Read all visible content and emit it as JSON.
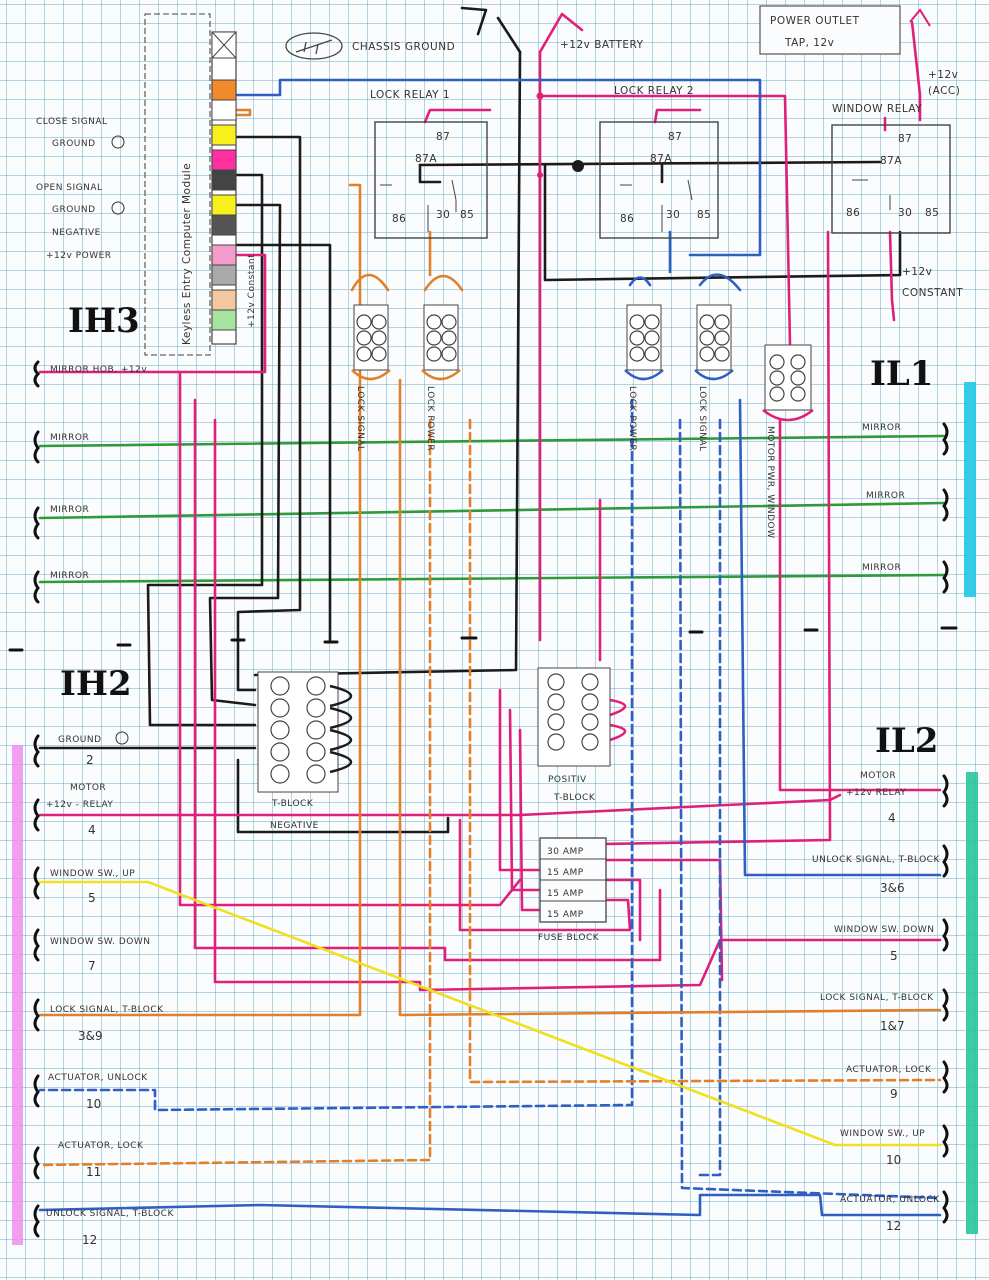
{
  "top": {
    "chassis_ground": "CHASSIS GROUND",
    "battery": "+12v BATTERY",
    "power_outlet_line1": "POWER OUTLET",
    "power_outlet_line2": "TAP, 12v",
    "acc_line1": "+12v",
    "acc_line2": "(ACC)",
    "constant_line1": "+12v",
    "constant_line2": "CONSTANT"
  },
  "module": {
    "title": "Keyless Entry Computer Module",
    "constant": "+12v Constant",
    "labels": [
      "CLOSE SIGNAL",
      "GROUND",
      "OPEN SIGNAL",
      "GROUND",
      "NEGATIVE",
      "+12v POWER"
    ]
  },
  "relays": [
    {
      "name": "LOCK RELAY 1",
      "p87": "87",
      "p87a": "87A",
      "p86": "86",
      "p30": "30",
      "p85": "85"
    },
    {
      "name": "LOCK RELAY 2",
      "p87": "87",
      "p87a": "87A",
      "p86": "86",
      "p30": "30",
      "p85": "85"
    },
    {
      "name": "WINDOW RELAY",
      "p87": "87",
      "p87a": "87A",
      "p86": "86",
      "p30": "30",
      "p85": "85"
    }
  ],
  "connectors": {
    "lock_signal_1": "LOCK SIGNAL",
    "lock_power_1": "LOCK POWER",
    "lock_power_2": "LOCK POWER",
    "lock_signal_2": "LOCK SIGNAL",
    "motor_window": "MOTOR PWR, WINDOW"
  },
  "sections": {
    "ih3": "IH3",
    "ih2": "IH2",
    "il1": "IL1",
    "il2": "IL2"
  },
  "tblock_neg": {
    "label1": "T-BLOCK",
    "label2": "NEGATIVE"
  },
  "tblock_pos": {
    "label1": "POSITIV",
    "label2": "T-BLOCK"
  },
  "fuse_block": {
    "label": "FUSE BLOCK",
    "fuses": [
      "30 AMP",
      "15 AMP",
      "15 AMP",
      "15 AMP"
    ]
  },
  "left": {
    "mirror_hob": "MIRROR HOB, +12v",
    "mirror1": "MIRROR",
    "mirror2": "MIRROR",
    "mirror3": "MIRROR",
    "ground": "GROUND",
    "ground_num": "2",
    "motor_line1": "MOTOR",
    "motor_line2": "+12v - RELAY",
    "motor_num": "4",
    "win_up": "WINDOW SW., UP",
    "win_up_num": "5",
    "win_down": "WINDOW SW. DOWN",
    "win_down_num": "7",
    "lock_sig": "LOCK SIGNAL, T-BLOCK",
    "lock_sig_num": "3&9",
    "act_unlock": "ACTUATOR, UNLOCK",
    "act_unlock_num": "10",
    "act_lock": "ACTUATOR, LOCK",
    "act_lock_num": "11",
    "unlock_sig": "UNLOCK SIGNAL, T-BLOCK",
    "unlock_sig_num": "12"
  },
  "right": {
    "mirror1": "MIRROR",
    "mirror2": "MIRROR",
    "mirror3": "MIRROR",
    "motor_line1": "MOTOR",
    "motor_line2": "+12v RELAY",
    "motor_num": "4",
    "unlock_sig": "UNLOCK SIGNAL, T-BLOCK",
    "unlock_sig_num": "3&6",
    "win_down": "WINDOW SW. DOWN",
    "win_down_num": "5",
    "lock_sig": "LOCK SIGNAL, T-BLOCK",
    "lock_sig_num": "1&7",
    "act_lock": "ACTUATOR, LOCK",
    "act_lock_num": "9",
    "win_up": "WINDOW SW., UP",
    "win_up_num": "10",
    "act_unlock": "ACTUATOR, UNLOCK",
    "act_unlock_num": "12"
  },
  "colors": {
    "black": "#1b1b1b",
    "red": "#e01f7a",
    "blue": "#2f5fc0",
    "orange": "#e0802a",
    "green": "#2e9a3a",
    "yellow": "#f0e020",
    "cyan": "#1fc6e8",
    "pink_bar": "#f08ef0",
    "teal_bar": "#27c598"
  }
}
